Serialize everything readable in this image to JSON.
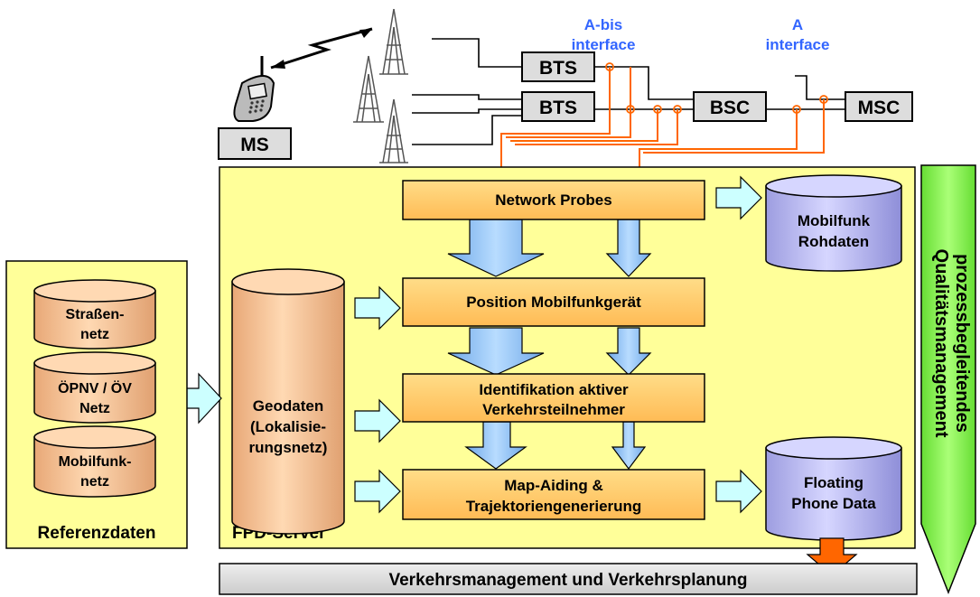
{
  "network": {
    "abis_line1": "A-bis",
    "abis_line2": "interface",
    "a_line1": "A",
    "a_line2": "interface",
    "bts_top": "BTS",
    "bts_bottom": "BTS",
    "bsc": "BSC",
    "msc": "MSC",
    "ms": "MS"
  },
  "server": {
    "label": "FPD-Server",
    "geodaten_line1": "Geodaten",
    "geodaten_line2": "(Lokalisie-",
    "geodaten_line3": "rungsnetz)",
    "process": [
      {
        "line1": "Network Probes",
        "line2": ""
      },
      {
        "line1": "Position Mobilfunkgerät",
        "line2": ""
      },
      {
        "line1": "Identifikation aktiver",
        "line2": "Verkehrsteilnehmer"
      },
      {
        "line1": "Map-Aiding &",
        "line2": "Trajektoriengenerierung"
      }
    ],
    "rohdaten_line1": "Mobilfunk",
    "rohdaten_line2": "Rohdaten",
    "fpd_line1": "Floating",
    "fpd_line2": "Phone Data"
  },
  "referenz": {
    "label": "Referenzdaten",
    "db1_line1": "Straßen-",
    "db1_line2": "netz",
    "db2_line1": "ÖPNV / ÖV",
    "db2_line2": "Netz",
    "db3_line1": "Mobilfunk-",
    "db3_line2": "netz"
  },
  "qm": {
    "line1": "prozessbegleitendes",
    "line2": "Qualitätsmanagement"
  },
  "bottom": {
    "label": "Verkehrsmanagement und Verkehrsplanung"
  },
  "colors": {
    "yellow_panel": "#ffff99",
    "orange_box": "#ffcc66",
    "cylinder_orange": "#ffcc99",
    "cylinder_purple": "#ccccff",
    "arrow_blue": "#99ccff",
    "arrow_light": "#ccffff",
    "green": "#99ff66",
    "probe_orange": "#ff6600",
    "interface_blue": "#3366ff",
    "grey_box": "#dddddd"
  }
}
